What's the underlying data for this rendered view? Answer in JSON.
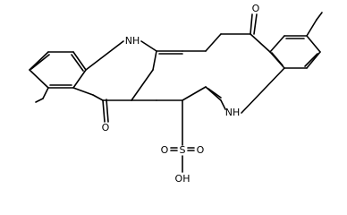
{
  "molecule": {
    "atom_labels": {
      "nh_top": "NH",
      "nh_bottom": "NH",
      "o_top": "O",
      "o_bottom": "O",
      "s": "S",
      "o_s_left": "O",
      "o_s_right": "O",
      "oh": "OH"
    },
    "colors": {
      "bond": "#000000",
      "background": "#ffffff"
    }
  }
}
